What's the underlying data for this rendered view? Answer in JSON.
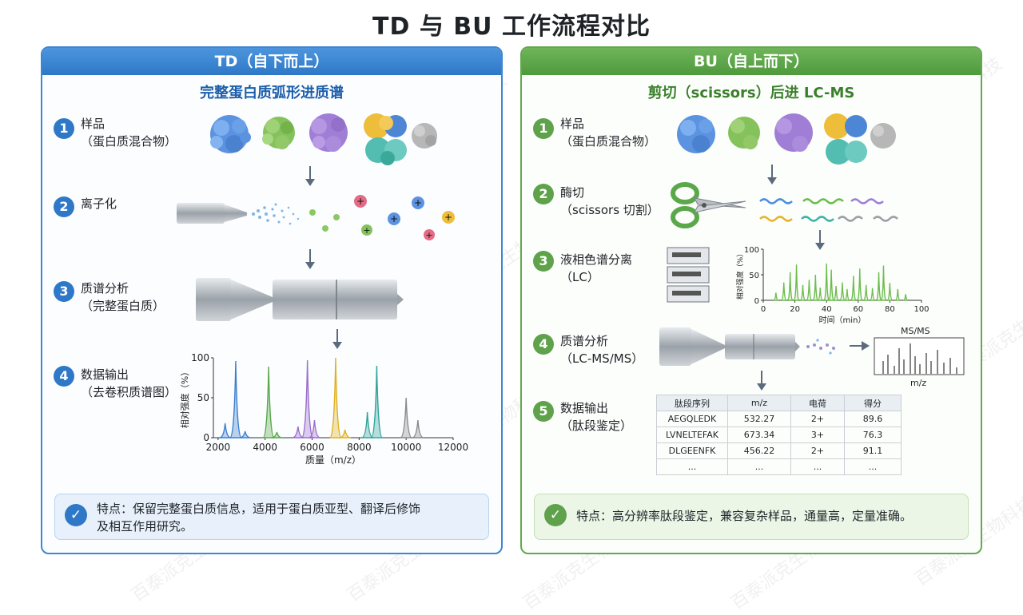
{
  "title": "TD 与 BU 工作流程对比",
  "watermark": "百泰派克生物科技",
  "td": {
    "header": "TD（自下而上）",
    "subtitle": "完整蛋白质弧形进质谱",
    "steps": [
      {
        "num": "1",
        "title": "样品",
        "sub": "（蛋白质混合物）"
      },
      {
        "num": "2",
        "title": "离子化",
        "sub": ""
      },
      {
        "num": "3",
        "title": "质谱分析",
        "sub": "（完整蛋白质）"
      },
      {
        "num": "4",
        "title": "数据输出",
        "sub": "（去卷积质谱图）"
      }
    ],
    "feature_line1": "特点：保留完整蛋白质信息，适用于蛋白质亚型、翻译后修饰",
    "feature_line2": "及相互作用研究。"
  },
  "bu": {
    "header": "BU（自上而下）",
    "subtitle": "剪切（scissors）后进 LC-MS",
    "steps": [
      {
        "num": "1",
        "title": "样品",
        "sub": "（蛋白质混合物）"
      },
      {
        "num": "2",
        "title": "酶切",
        "sub": "（scissors 切割）"
      },
      {
        "num": "3",
        "title": "液相色谱分离",
        "sub": "（LC）"
      },
      {
        "num": "4",
        "title": "质谱分析",
        "sub": "（LC-MS/MS）"
      },
      {
        "num": "5",
        "title": "数据输出",
        "sub": "（肽段鉴定）"
      }
    ],
    "msms_label": "MS/MS",
    "msms_axis": "m/z",
    "table": {
      "headers": [
        "肽段序列",
        "m/z",
        "电荷",
        "得分"
      ],
      "rows": [
        [
          "AEGQLEDK",
          "532.27",
          "2+",
          "89.6"
        ],
        [
          "LVNELTEFAK",
          "673.34",
          "3+",
          "76.3"
        ],
        [
          "DLGEENFK",
          "456.22",
          "2+",
          "91.1"
        ],
        [
          "...",
          "...",
          "...",
          "..."
        ]
      ]
    },
    "feature_line1": "特点：高分辨率肽段鉴定，兼容复杂样品，通量高，定量准确。"
  },
  "icons": [
    "arrow-down-icon",
    "check-circle-icon",
    "scissors-icon",
    "plus-charge-icon"
  ],
  "colors": {
    "td_accent": "#2f78c7",
    "bu_accent": "#5fa24b"
  },
  "chart_data": [
    {
      "type": "line",
      "title": "",
      "xlabel": "质量（m/z）",
      "ylabel": "相对强度（%）",
      "xlim": [
        1800,
        12000
      ],
      "ylim": [
        0,
        100
      ],
      "xticks": [
        2000,
        4000,
        6000,
        8000,
        10000,
        12000
      ],
      "yticks": [
        0,
        50,
        100
      ],
      "peaks": [
        {
          "x": 2300,
          "y": 18,
          "color": "#3d7fd1"
        },
        {
          "x": 2750,
          "y": 96,
          "color": "#3d7fd1"
        },
        {
          "x": 3150,
          "y": 8,
          "color": "#3d7fd1"
        },
        {
          "x": 4150,
          "y": 89,
          "color": "#59a84a"
        },
        {
          "x": 4500,
          "y": 7,
          "color": "#59a84a"
        },
        {
          "x": 5400,
          "y": 14,
          "color": "#9b6fce"
        },
        {
          "x": 5800,
          "y": 97,
          "color": "#9b6fce"
        },
        {
          "x": 6100,
          "y": 22,
          "color": "#9b6fce"
        },
        {
          "x": 7000,
          "y": 100,
          "color": "#e0b01f"
        },
        {
          "x": 7400,
          "y": 10,
          "color": "#e0b01f"
        },
        {
          "x": 8350,
          "y": 32,
          "color": "#2fa39a"
        },
        {
          "x": 8750,
          "y": 90,
          "color": "#2fa39a"
        },
        {
          "x": 10000,
          "y": 50,
          "color": "#8a8a8a"
        },
        {
          "x": 10500,
          "y": 22,
          "color": "#8a8a8a"
        }
      ]
    },
    {
      "type": "line",
      "title": "",
      "xlabel": "时间（min）",
      "ylabel": "相对强度（%）",
      "xlim": [
        0,
        100
      ],
      "ylim": [
        0,
        100
      ],
      "xticks": [
        0,
        20,
        40,
        60,
        80,
        100
      ],
      "yticks": [
        0,
        50,
        100
      ],
      "peaks": [
        {
          "x": 8,
          "y": 15
        },
        {
          "x": 13,
          "y": 35
        },
        {
          "x": 17,
          "y": 55
        },
        {
          "x": 21,
          "y": 70
        },
        {
          "x": 25,
          "y": 30
        },
        {
          "x": 29,
          "y": 40
        },
        {
          "x": 33,
          "y": 50
        },
        {
          "x": 36,
          "y": 25
        },
        {
          "x": 40,
          "y": 72
        },
        {
          "x": 43,
          "y": 60
        },
        {
          "x": 46,
          "y": 28
        },
        {
          "x": 50,
          "y": 35
        },
        {
          "x": 53,
          "y": 22
        },
        {
          "x": 57,
          "y": 48
        },
        {
          "x": 61,
          "y": 62
        },
        {
          "x": 65,
          "y": 30
        },
        {
          "x": 69,
          "y": 24
        },
        {
          "x": 73,
          "y": 55
        },
        {
          "x": 76,
          "y": 68
        },
        {
          "x": 80,
          "y": 34
        },
        {
          "x": 85,
          "y": 22
        },
        {
          "x": 90,
          "y": 12
        }
      ]
    }
  ]
}
